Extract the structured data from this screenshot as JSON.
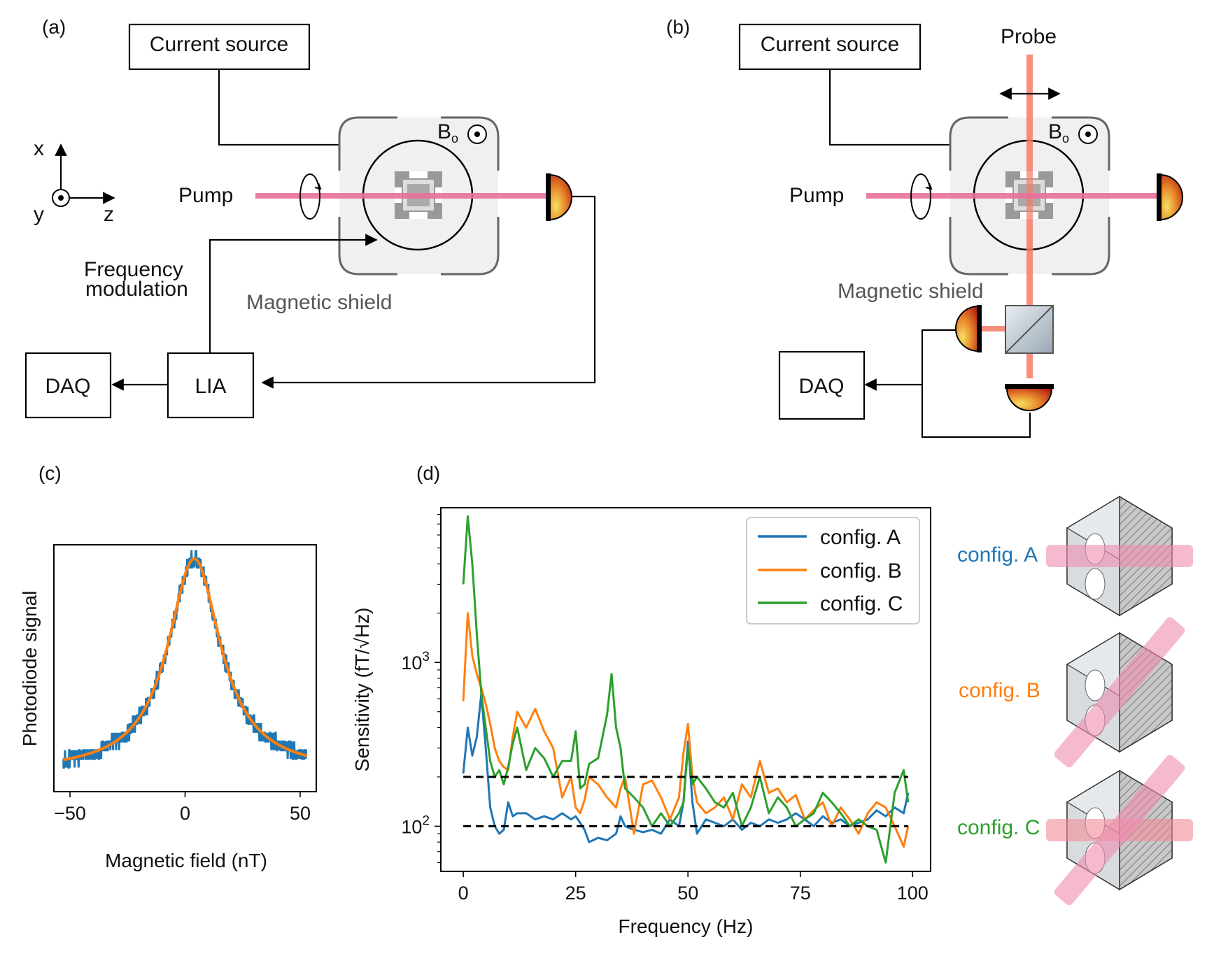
{
  "panels": {
    "a": {
      "label": "(a)",
      "current_source": "Current source",
      "bo_label": "B",
      "bo_sub": "o",
      "pump": "Pump",
      "freq_mod_1": "Frequency",
      "freq_mod_2": "modulation",
      "shield": "Magnetic shield",
      "daq": "DAQ",
      "lia": "LIA",
      "axis_x": "x",
      "axis_y": "y",
      "axis_z": "z"
    },
    "b": {
      "label": "(b)",
      "current_source": "Current source",
      "probe": "Probe",
      "bo_label": "B",
      "bo_sub": "o",
      "pump": "Pump",
      "shield": "Magnetic shield",
      "daq": "DAQ"
    },
    "c": {
      "label": "(c)"
    },
    "d": {
      "label": "(d)"
    }
  },
  "configs": {
    "a": "config. A",
    "b": "config. B",
    "c": "config. C"
  },
  "colors": {
    "blue": "#1f77b4",
    "orange": "#ff7f0e",
    "green": "#2ca02c",
    "pump": "#e8709a",
    "probe": "#f47a6a",
    "shield": "#f0f0f0"
  },
  "chart_data": [
    {
      "type": "line",
      "panel": "(c)",
      "xlabel": "Magnetic field (nT)",
      "ylabel": "Photodiode signal",
      "xlim": [
        -57,
        57
      ],
      "x_ticks": [
        "−50",
        "0",
        "50"
      ],
      "x_tick_values": [
        -50,
        0,
        50
      ],
      "series": [
        {
          "kind": "data",
          "color": "#1f77b4",
          "center": 4,
          "hwhm": 14,
          "baseline": 0.02,
          "amplitude": 0.98
        },
        {
          "kind": "fit",
          "color": "#ff7f0e",
          "center": 4,
          "hwhm": 14,
          "baseline": 0.02,
          "amplitude": 0.98
        }
      ]
    },
    {
      "type": "line",
      "panel": "(d)",
      "xlabel": "Frequency (Hz)",
      "ylabel": "Sensitivity (fT/√Hz)",
      "xlim": [
        -5,
        104
      ],
      "ylim": [
        53,
        8800
      ],
      "yscale": "log",
      "x_ticks": [
        "0",
        "25",
        "50",
        "75",
        "100"
      ],
      "x_tick_values": [
        0,
        25,
        50,
        75,
        100
      ],
      "y_tick_base": "10",
      "y_tick_exponents": [
        "2",
        "3"
      ],
      "y_tick_values": [
        100,
        1000
      ],
      "hlines": [
        200,
        100
      ],
      "legend": "top-right",
      "series": [
        {
          "name": "config. A",
          "color": "#1f77b4",
          "x": [
            0,
            1,
            2,
            3,
            4,
            5,
            6,
            7,
            8,
            9,
            10,
            11,
            12,
            14,
            16,
            18,
            20,
            22,
            24,
            25,
            26,
            27,
            28,
            30,
            32,
            34,
            35,
            36,
            38,
            40,
            42,
            44,
            46,
            48,
            49,
            50,
            51,
            52,
            54,
            56,
            58,
            60,
            62,
            64,
            66,
            68,
            70,
            72,
            74,
            76,
            78,
            80,
            82,
            84,
            86,
            88,
            90,
            92,
            94,
            96,
            98,
            99
          ],
          "y": [
            210,
            400,
            270,
            350,
            640,
            300,
            130,
            100,
            90,
            95,
            140,
            115,
            120,
            120,
            110,
            115,
            110,
            120,
            110,
            115,
            105,
            95,
            80,
            85,
            82,
            90,
            115,
            100,
            95,
            92,
            95,
            90,
            110,
            100,
            140,
            330,
            140,
            90,
            110,
            105,
            100,
            110,
            95,
            105,
            100,
            110,
            105,
            110,
            120,
            110,
            100,
            115,
            105,
            110,
            100,
            105,
            110,
            125,
            115,
            130,
            120,
            160
          ]
        },
        {
          "name": "config. B",
          "color": "#ff7f0e",
          "x": [
            0,
            1,
            2,
            3,
            4,
            5,
            6,
            7,
            8,
            9,
            10,
            11,
            12,
            14,
            16,
            18,
            20,
            22,
            24,
            25,
            26,
            27,
            28,
            30,
            32,
            34,
            35,
            36,
            38,
            40,
            42,
            44,
            46,
            48,
            49,
            50,
            51,
            52,
            54,
            56,
            58,
            60,
            62,
            64,
            66,
            68,
            70,
            72,
            74,
            76,
            78,
            80,
            82,
            84,
            86,
            88,
            90,
            92,
            94,
            96,
            98,
            99
          ],
          "y": [
            580,
            2000,
            1100,
            850,
            700,
            560,
            420,
            300,
            250,
            230,
            220,
            350,
            500,
            400,
            520,
            380,
            300,
            150,
            200,
            130,
            120,
            145,
            200,
            180,
            150,
            130,
            170,
            200,
            90,
            180,
            190,
            150,
            110,
            150,
            280,
            420,
            200,
            140,
            120,
            130,
            150,
            110,
            180,
            150,
            250,
            160,
            170,
            140,
            155,
            110,
            125,
            140,
            100,
            130,
            110,
            90,
            120,
            140,
            130,
            100,
            75,
            100
          ]
        },
        {
          "name": "config. C",
          "color": "#2ca02c",
          "x": [
            0,
            1,
            2,
            3,
            4,
            5,
            6,
            7,
            8,
            9,
            10,
            11,
            12,
            14,
            16,
            18,
            20,
            22,
            24,
            25,
            26,
            27,
            28,
            30,
            32,
            33,
            34,
            35,
            36,
            38,
            40,
            42,
            44,
            46,
            48,
            49,
            50,
            51,
            52,
            54,
            56,
            58,
            60,
            62,
            64,
            66,
            68,
            70,
            72,
            74,
            76,
            78,
            80,
            82,
            84,
            86,
            88,
            90,
            92,
            94,
            96,
            98,
            99
          ],
          "y": [
            3000,
            7800,
            4000,
            1500,
            650,
            400,
            250,
            200,
            220,
            180,
            230,
            320,
            400,
            220,
            300,
            260,
            200,
            250,
            250,
            380,
            170,
            180,
            240,
            260,
            480,
            850,
            400,
            300,
            170,
            150,
            130,
            100,
            120,
            100,
            120,
            140,
            300,
            180,
            200,
            170,
            140,
            130,
            160,
            100,
            130,
            200,
            120,
            150,
            130,
            100,
            110,
            120,
            160,
            140,
            120,
            100,
            110,
            100,
            95,
            60,
            160,
            220,
            140
          ]
        }
      ]
    }
  ]
}
